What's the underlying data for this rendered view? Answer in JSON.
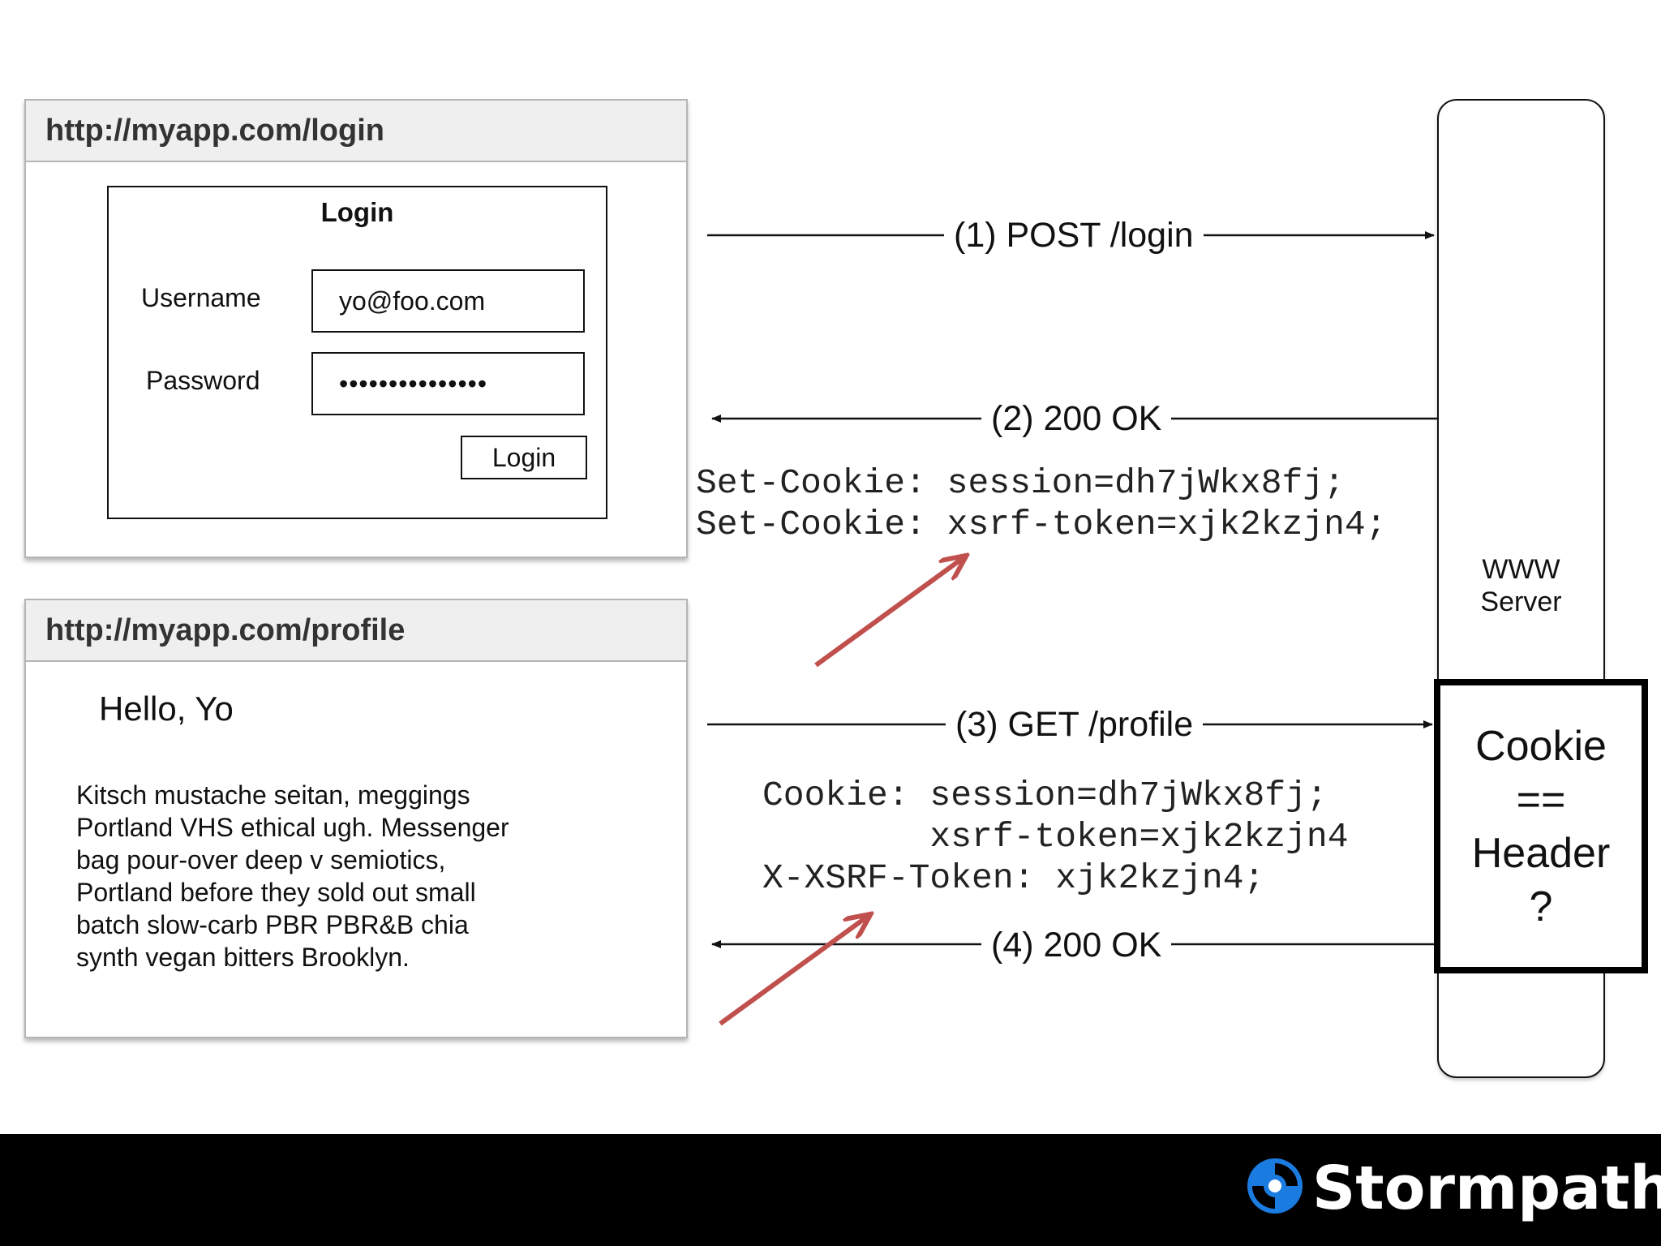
{
  "login_window": {
    "url": "http://myapp.com/login",
    "form_title": "Login",
    "username_label": "Username",
    "username_value": "yo@foo.com",
    "password_label": "Password",
    "password_value": "•••••••••••••••",
    "button_label": "Login"
  },
  "profile_window": {
    "url": "http://myapp.com/profile",
    "greeting": "Hello, Yo",
    "body": "Kitsch mustache seitan, meggings\nPortland VHS ethical ugh. Messenger\nbag pour-over deep v semiotics,\nPortland before they sold out small\nbatch slow-carb PBR PBR&B chia\nsynth vegan bitters Brooklyn."
  },
  "messages": {
    "step1": "(1) POST /login",
    "step2": "(2) 200 OK",
    "step3": "(3) GET /profile",
    "step4": "(4) 200 OK"
  },
  "response_headers": {
    "line1": "Set-Cookie: session=dh7jWkx8fj;",
    "line2": "Set-Cookie: xsrf-token=xjk2kzjn4;"
  },
  "request_headers": {
    "line1": "Cookie: session=dh7jWkx8fj;",
    "line2": "        xsrf-token=xjk2kzjn4",
    "line3": "X-XSRF-Token: xjk2kzjn4;"
  },
  "server": {
    "label_line1": "WWW",
    "label_line2": "Server"
  },
  "check": {
    "line1": "Cookie",
    "line2": "==",
    "line3": "Header",
    "line4": "?"
  },
  "footer": {
    "brand": "Stormpath"
  },
  "colors": {
    "arrow_red": "#c0504d",
    "footer_bg": "#000000",
    "logo_blue": "#1a7be0"
  }
}
